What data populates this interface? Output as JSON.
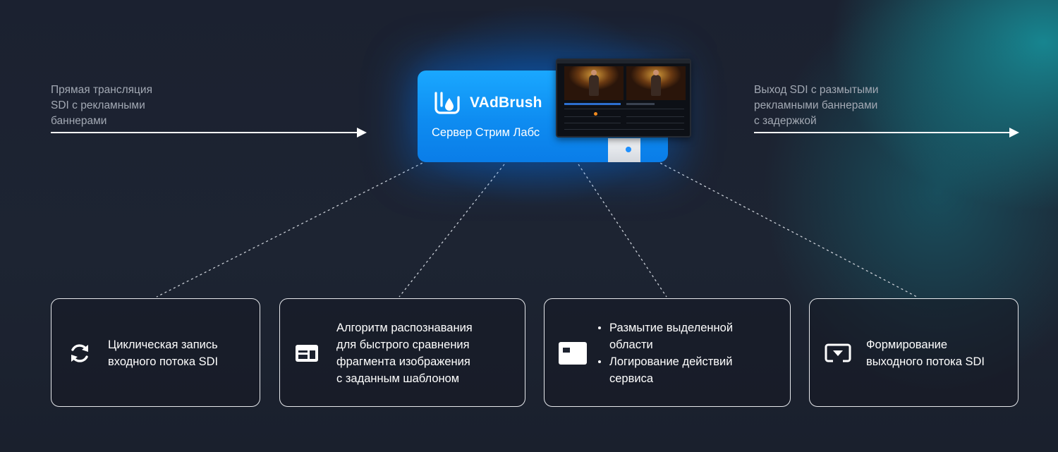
{
  "input": {
    "label": "Прямая трансляция\nSDI с рекламными\nбаннерами"
  },
  "output": {
    "label": "Выход SDI с размытыми\nрекламными баннерами\nс задержкой"
  },
  "server": {
    "brand": "VAdBrush",
    "name": "Сервер Стрим Лабс"
  },
  "features": [
    {
      "icon": "cycle-arrows-icon",
      "text": "Циклическая запись\nвходного потока SDI"
    },
    {
      "icon": "template-layout-icon",
      "text": "Алгоритм распознавания\nдля быстрого сравнения\nфрагмента изображения\nс заданным шаблоном"
    },
    {
      "icon": "blur-area-icon",
      "items": [
        "Размытие выделенной\nобласти",
        "Логирование действий\nсервиса"
      ]
    },
    {
      "icon": "screen-output-icon",
      "text": "Формирование\nвыходного потока SDI"
    }
  ],
  "colors": {
    "background": "#1b2130",
    "accent_blue": "#0e8cf1",
    "teal_glow": "#1696a0",
    "box_border": "#e6e8ec",
    "muted_text": "#a3a9b4"
  }
}
